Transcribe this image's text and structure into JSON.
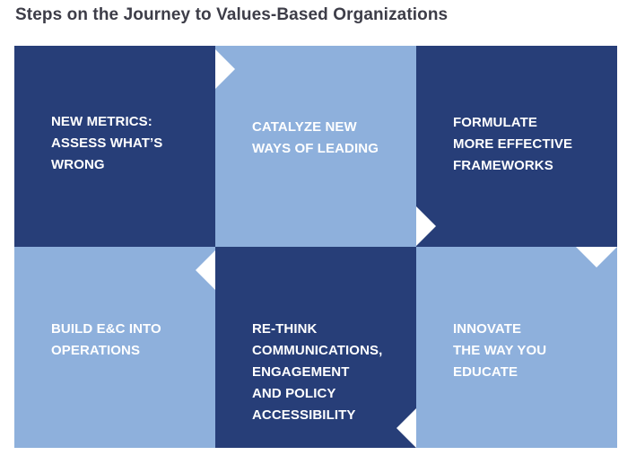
{
  "title": "Steps on the Journey to Values-Based Organizations",
  "colors": {
    "dark_block": "#273e78",
    "light_block": "#8eb0dc",
    "title_text": "#3d3d48",
    "block_text": "#ffffff"
  },
  "steps": [
    {
      "label": "NEW METRICS:\nASSESS WHAT’S\nWRONG",
      "style": "dark"
    },
    {
      "label": "CATALYZE NEW\nWAYS OF LEADING",
      "style": "light"
    },
    {
      "label": "FORMULATE\nMORE EFFECTIVE\nFRAMEWORKS",
      "style": "dark"
    },
    {
      "label": "BUILD E&C INTO\nOPERATIONS",
      "style": "light"
    },
    {
      "label": "RE-THINK\nCOMMUNICATIONS,\nENGAGEMENT\nAND POLICY\nACCESSIBILITY",
      "style": "dark"
    },
    {
      "label": "INNOVATE\nTHE WAY YOU\nEDUCATE",
      "style": "light"
    }
  ],
  "flow_arrows": [
    "arrow-right-icon",
    "arrow-right-icon",
    "arrow-left-icon",
    "arrow-left-icon",
    "arrow-down-icon"
  ]
}
